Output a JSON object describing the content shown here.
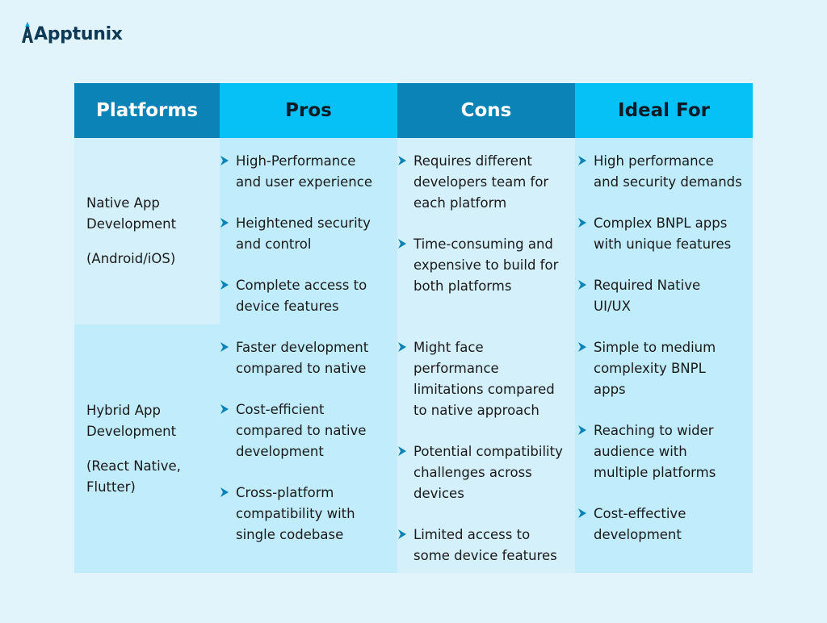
{
  "brand": {
    "name": "Apptunix",
    "color": "#0e3a57",
    "accent": "#0ba5dd"
  },
  "table": {
    "headers": [
      "Platforms",
      "Pros",
      "Cons",
      "Ideal For"
    ],
    "rows": [
      {
        "platform": {
          "title": "Native App\nDevelopment",
          "sub": "(Android/iOS)"
        },
        "pros": [
          "High-Performance\nand user experience",
          "Heightened security\nand control",
          "Complete access to\ndevice features"
        ],
        "cons": [
          "Requires different\ndevelopers team for\neach platform",
          "Time-consuming and\nexpensive to build for\nboth platforms"
        ],
        "ideal": [
          "High performance\nand security demands",
          "Complex BNPL apps\nwith unique features",
          "Required Native\nUI/UX"
        ]
      },
      {
        "platform": {
          "title": "Hybrid App\nDevelopment",
          "sub": "(React Native,\nFlutter)"
        },
        "pros": [
          "Faster development\ncompared to native",
          "Cost-efficient\ncompared to native\ndevelopment",
          "Cross-platform\ncompatibility with\nsingle codebase"
        ],
        "cons": [
          "Might face\nperformance\nlimitations compared\nto native approach",
          "Potential compatibility\nchallenges across\ndevices",
          "Limited access to\nsome device features"
        ],
        "ideal": [
          "Simple to medium\ncomplexity BNPL\napps",
          "Reaching to wider\naudience with\nmultiple platforms",
          "Cost-effective\ndevelopment"
        ]
      }
    ]
  },
  "colors": {
    "header_dark": "#0b83b6",
    "header_light": "#05c1f6",
    "cell_light": "#d4f0fb",
    "cell_mid": "#c0ecfb",
    "arrow": "#0b83b6",
    "background": "#e2f4fb"
  },
  "icons": {
    "bullet": "chevron-right-icon",
    "logo": "apptunix-a-logo-icon"
  }
}
